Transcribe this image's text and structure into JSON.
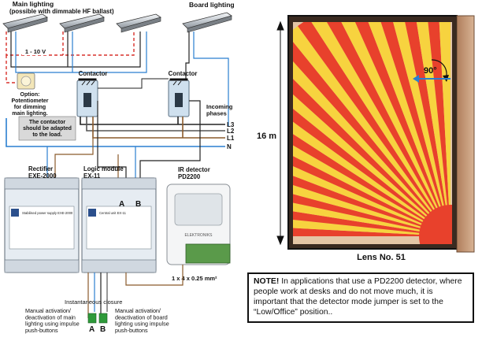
{
  "labels": {
    "main_lighting": "Main lighting",
    "main_lighting_sub": "(possible with dimmable HF ballast)",
    "board_lighting": "Board lighting",
    "voltage": "1 - 10 V",
    "contactor": "Contactor",
    "option": "Option:\nPotentiometer\nfor dimming\nmain lighting.",
    "contactor_note": "The contactor\nshould be adapted\nto the load.",
    "incoming_phases": "Incoming\nphases",
    "phases": [
      "L3",
      "L2",
      "L1",
      "N"
    ],
    "rectifier": "Rectifier\nEXE-2000",
    "logic_module": "Logic module\nEX-11",
    "ir_detector": "IR detector\nPD2200",
    "terminal_a": "A",
    "terminal_b": "B",
    "cable_spec": "1 x 4 x 0.25 mm²",
    "instantaneous": "Instantaneous closure",
    "manual_main": "Manual activation/\ndeactivation of main\nlighting using impulse\npush-buttons",
    "manual_board": "Manual activation/\ndeactivation of board\nlighting using impulse\npush-buttons",
    "pb_a": "A",
    "pb_b": "B",
    "dimension": "16 m",
    "angle": "90°",
    "lens": "Lens No. 51",
    "rect_device_text": "Stabilised power supply EXE-2000",
    "logic_device_text": "Central unit EX-11",
    "detector_brand": "ELEKTRONIKS"
  },
  "note": {
    "lead": "NOTE!",
    "text": " In applications that use a PD2200 detector, where people work at desks and do not move much, it is important that the detector mode jumper is set to the “Low/Office” position.."
  },
  "colors": {
    "phase_L3": "#222222",
    "phase_L2": "#555555",
    "phase_L1": "#8a5a2b",
    "neutral": "#2a7fd0",
    "dim_wire": "#d9312b",
    "coverage_red": "#e8412c",
    "coverage_yellow": "#f7d33f",
    "device_face": "#e6ecf2",
    "room_wall": "#c89a76"
  }
}
